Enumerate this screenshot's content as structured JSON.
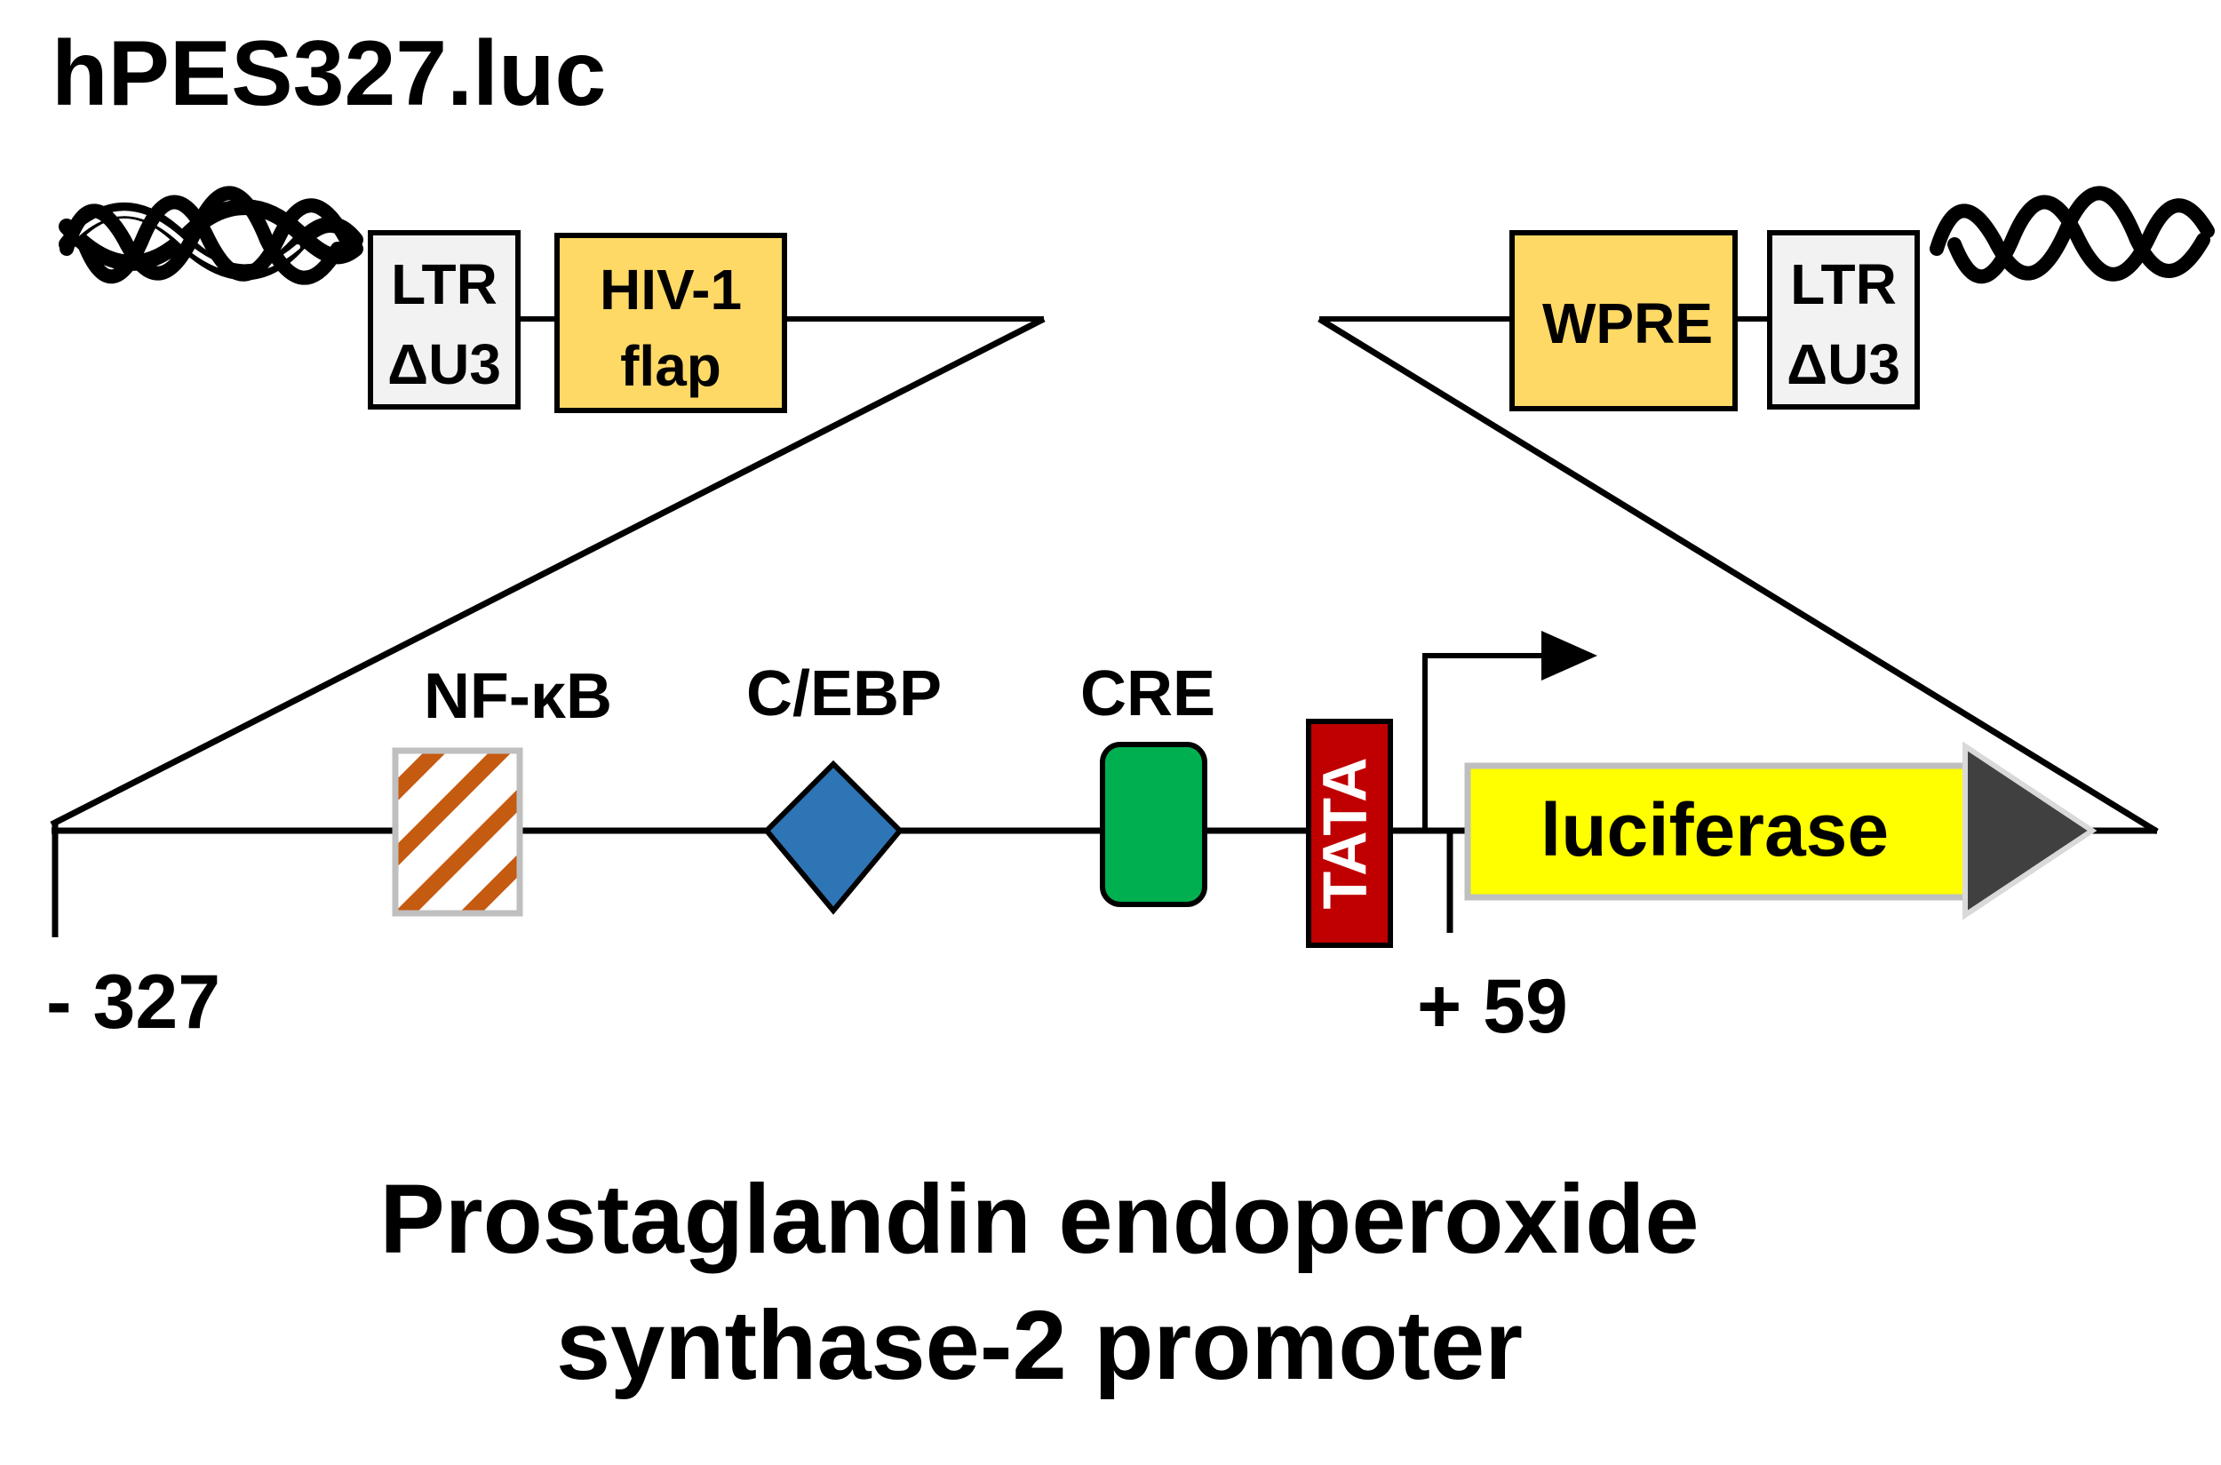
{
  "title": "hPES327.luc",
  "vector": {
    "ltr_left": {
      "line1": "LTR",
      "line2": "ΔU3"
    },
    "flap": {
      "line1": "HIV-1",
      "line2": "flap"
    },
    "wpre": {
      "label": "WPRE"
    },
    "ltr_right": {
      "line1": "LTR",
      "line2": "ΔU3"
    }
  },
  "promoter": {
    "elements": {
      "nfkb": "NF-κB",
      "cebp": "C/EBP",
      "cre": "CRE",
      "tata": "TATA"
    },
    "start_position": "- 327",
    "end_position": "+ 59",
    "reporter": "luciferase"
  },
  "caption": {
    "line1": "Prostaglandin endoperoxide",
    "line2": "synthase-2 promoter"
  },
  "colors": {
    "cassette_fill": "#FFD966",
    "ltr_fill": "#F2F2F2",
    "nfkb_stripe": "#C55A11",
    "cebp_fill": "#2E75B6",
    "cre_fill": "#00B050",
    "tata_fill": "#C00000",
    "luciferase_fill": "#FFFF00",
    "arrowhead_fill": "#404040"
  }
}
